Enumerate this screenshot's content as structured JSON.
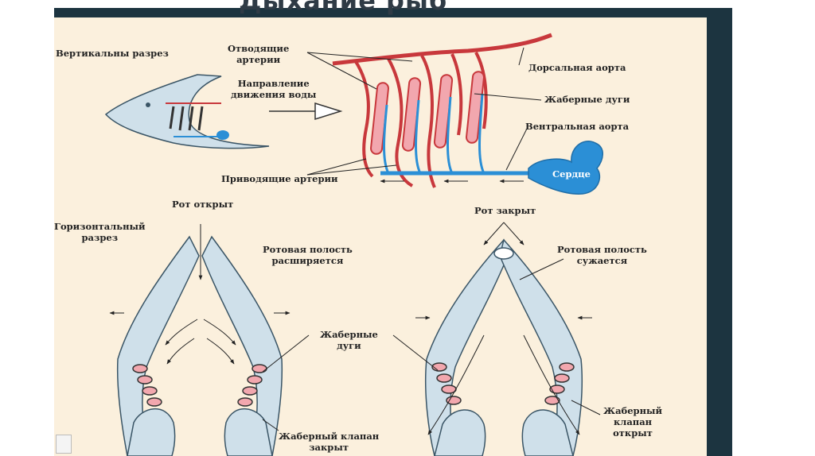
{
  "slide": {
    "title": "Дыхание рыб"
  },
  "top_section": {
    "vertical_section": "Вертикальны разрез",
    "efferent_line1": "Отводящие",
    "efferent_line2": "артерии",
    "water_line1": "Направление",
    "water_line2": "движения воды",
    "dorsal_aorta": "Дорсальная аорта",
    "gill_arches": "Жаберные дуги",
    "ventral_aorta": "Вентральная аорта",
    "heart": "Сердце",
    "afferent": "Приводящие артерии"
  },
  "bottom_left": {
    "mouth_open": "Рот открыт",
    "horizontal_line1": "Горизонтальный",
    "horizontal_line2": "разрез",
    "cavity_line1": "Ротовая полость",
    "cavity_line2": "расширяется",
    "arches_line1": "Жаберные",
    "arches_line2": "дуги",
    "valve_line1": "Жаберный клапан",
    "valve_line2": "закрыт"
  },
  "bottom_right": {
    "mouth_closed": "Рот закрыт",
    "cavity_line1": "Ротовая полость",
    "cavity_line2": "сужается",
    "valve_line1": "Жаберный",
    "valve_line2": "клапан",
    "valve_line3": "открыт"
  },
  "colors": {
    "artery_red": "#c8383c",
    "vein_blue": "#2b8fd6",
    "gill_pink": "#f2a7ae",
    "tissue_blue": "#cfe0ea",
    "background": "#fbf0dd"
  }
}
